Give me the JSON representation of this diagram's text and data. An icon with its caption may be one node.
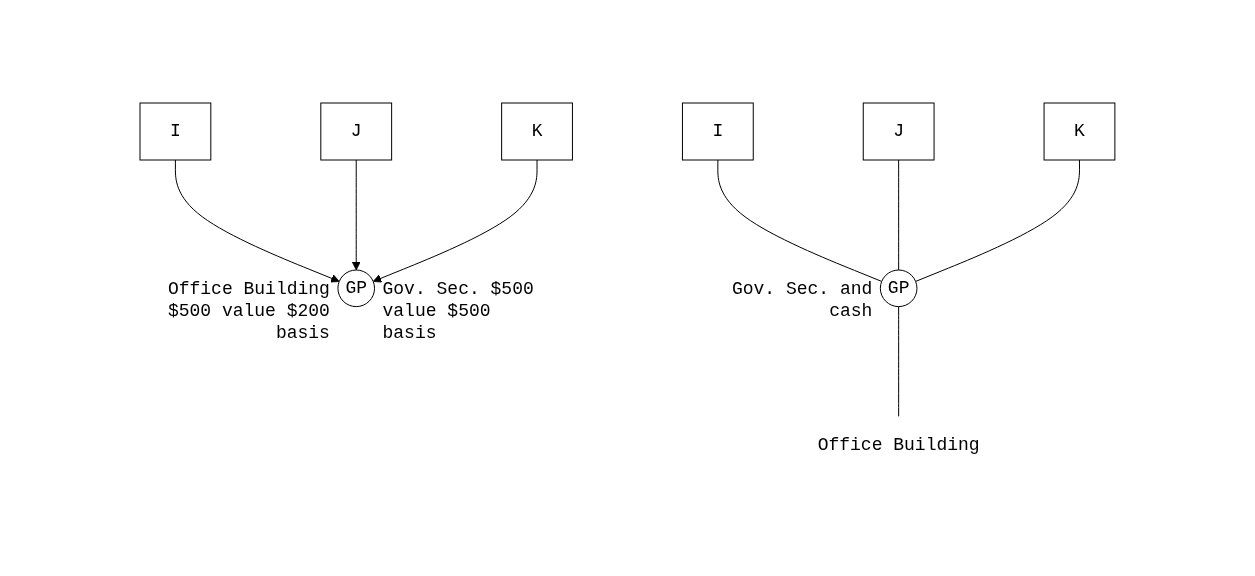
{
  "diagram": {
    "nodes": [
      {
        "text": [
          "I"
        ]
      },
      {
        "text": [
          "J"
        ]
      },
      {
        "text": [
          "K"
        ]
      },
      {
        "text": [
          "GP"
        ],
        "beside": [
          "Office Building $500 value $200 basis",
          "Gov. Sec. $500 value $500 basis"
        ]
      },
      {
        "text": [
          "I"
        ]
      },
      {
        "text": [
          "J"
        ]
      },
      {
        "text": [
          "K"
        ]
      },
      {
        "text": [
          "GP"
        ],
        "beside": [
          "Gov. Sec. and cash"
        ]
      },
      {
        "text": [
          "Office Building"
        ]
      }
    ],
    "edges": [
      {
        "from": 0,
        "to": 3,
        "arrow": "to"
      },
      {
        "from": 1,
        "to": 3,
        "arrow": "to"
      },
      {
        "from": 2,
        "to": 3,
        "arrow": "to"
      },
      {
        "from": 4,
        "to": 7,
        "arrow": "none"
      },
      {
        "from": 5,
        "to": 7,
        "arrow": "none"
      },
      {
        "from": 6,
        "to": 7,
        "arrow": "none"
      },
      {
        "from": 7,
        "to": 8,
        "arrow": "none"
      }
    ]
  }
}
